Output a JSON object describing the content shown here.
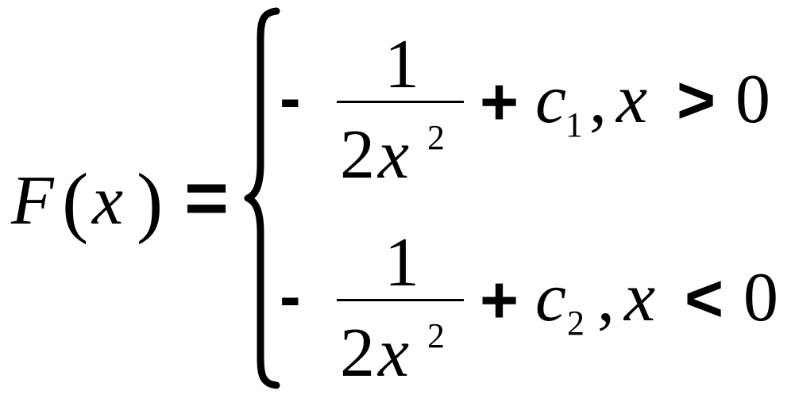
{
  "formula": {
    "lhs": {
      "func": "F",
      "open_paren": "(",
      "var": "x",
      "close_paren": ")"
    },
    "equals": "=",
    "cases": [
      {
        "sign": "-",
        "numerator": "1",
        "den_coef": "2",
        "den_var": "x",
        "den_exp": "2",
        "plus": "+",
        "const": "c",
        "const_sub": "1",
        "comma": ",",
        "cond_var": "x",
        "cond_op": ">",
        "cond_val": "0"
      },
      {
        "sign": "-",
        "numerator": "1",
        "den_coef": "2",
        "den_var": "x",
        "den_exp": "2",
        "plus": "+",
        "const": "c",
        "const_sub": "2",
        "comma": ",",
        "cond_var": "x",
        "cond_op": "<",
        "cond_val": "0"
      }
    ]
  }
}
